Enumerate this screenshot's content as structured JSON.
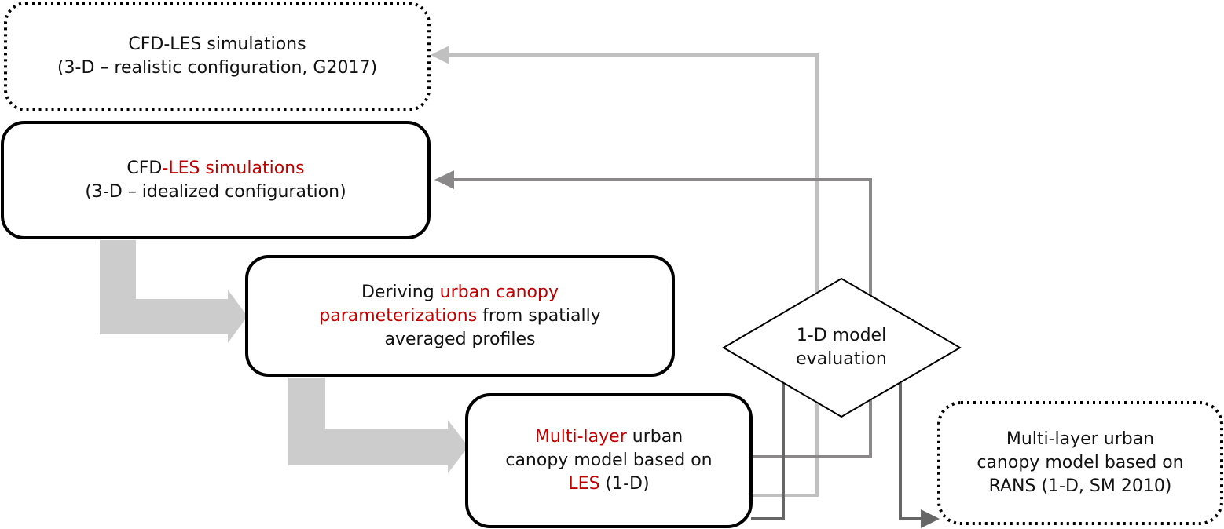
{
  "diagram": {
    "nodes": [
      {
        "id": "les-realistic",
        "style": "dotted",
        "lines": [
          [
            {
              "text": "CFD-LES simulations",
              "highlight": false
            }
          ],
          [
            {
              "text": "(3-D – realistic configuration, G2017)",
              "highlight": false
            }
          ]
        ]
      },
      {
        "id": "les-idealized",
        "style": "solid",
        "lines": [
          [
            {
              "text": "CFD",
              "highlight": false
            },
            {
              "text": "-LES simulations",
              "highlight": true
            }
          ],
          [
            {
              "text": "(3-D – idealized configuration)",
              "highlight": false
            }
          ]
        ]
      },
      {
        "id": "deriving-params",
        "style": "solid",
        "lines": [
          [
            {
              "text": "Deriving ",
              "highlight": false
            },
            {
              "text": "urban canopy",
              "highlight": true
            }
          ],
          [
            {
              "text": "parameterizations",
              "highlight": true
            },
            {
              "text": " from spatially",
              "highlight": false
            }
          ],
          [
            {
              "text": "averaged profiles",
              "highlight": false
            }
          ]
        ]
      },
      {
        "id": "multilayer-les",
        "style": "solid",
        "lines": [
          [
            {
              "text": "Multi-layer",
              "highlight": true
            },
            {
              "text": " urban",
              "highlight": false
            }
          ],
          [
            {
              "text": "canopy model based on",
              "highlight": false
            }
          ],
          [
            {
              "text": "LES",
              "highlight": true
            },
            {
              "text": " (1-D)",
              "highlight": false
            }
          ]
        ]
      },
      {
        "id": "model-evaluation",
        "style": "diamond",
        "lines": [
          [
            {
              "text": "1-D model",
              "highlight": false
            }
          ],
          [
            {
              "text": "evaluation",
              "highlight": false
            }
          ]
        ]
      },
      {
        "id": "multilayer-rans",
        "style": "dotted",
        "lines": [
          [
            {
              "text": "Multi-layer urban",
              "highlight": false
            }
          ],
          [
            {
              "text": "canopy model based on",
              "highlight": false
            }
          ],
          [
            {
              "text": "RANS (1-D, SM 2010)",
              "highlight": false
            }
          ]
        ]
      }
    ],
    "edges": [
      {
        "from": "les-idealized",
        "to": "deriving-params",
        "style": "thick-block-arrow"
      },
      {
        "from": "deriving-params",
        "to": "multilayer-les",
        "style": "thick-block-arrow"
      },
      {
        "from": "multilayer-les",
        "to": "les-realistic",
        "style": "feedback-light"
      },
      {
        "from": "multilayer-les",
        "to": "les-idealized",
        "style": "feedback-medium"
      },
      {
        "from": "multilayer-les",
        "to": "multilayer-rans",
        "style": "feedback-dark"
      }
    ],
    "colors": {
      "highlight_text": "#c00000",
      "text": "#111111",
      "block_arrow": "#cccccc",
      "line_light": "#c0c0c0",
      "line_medium": "#8a8888",
      "line_dark": "#666666",
      "border": "#000000"
    }
  }
}
